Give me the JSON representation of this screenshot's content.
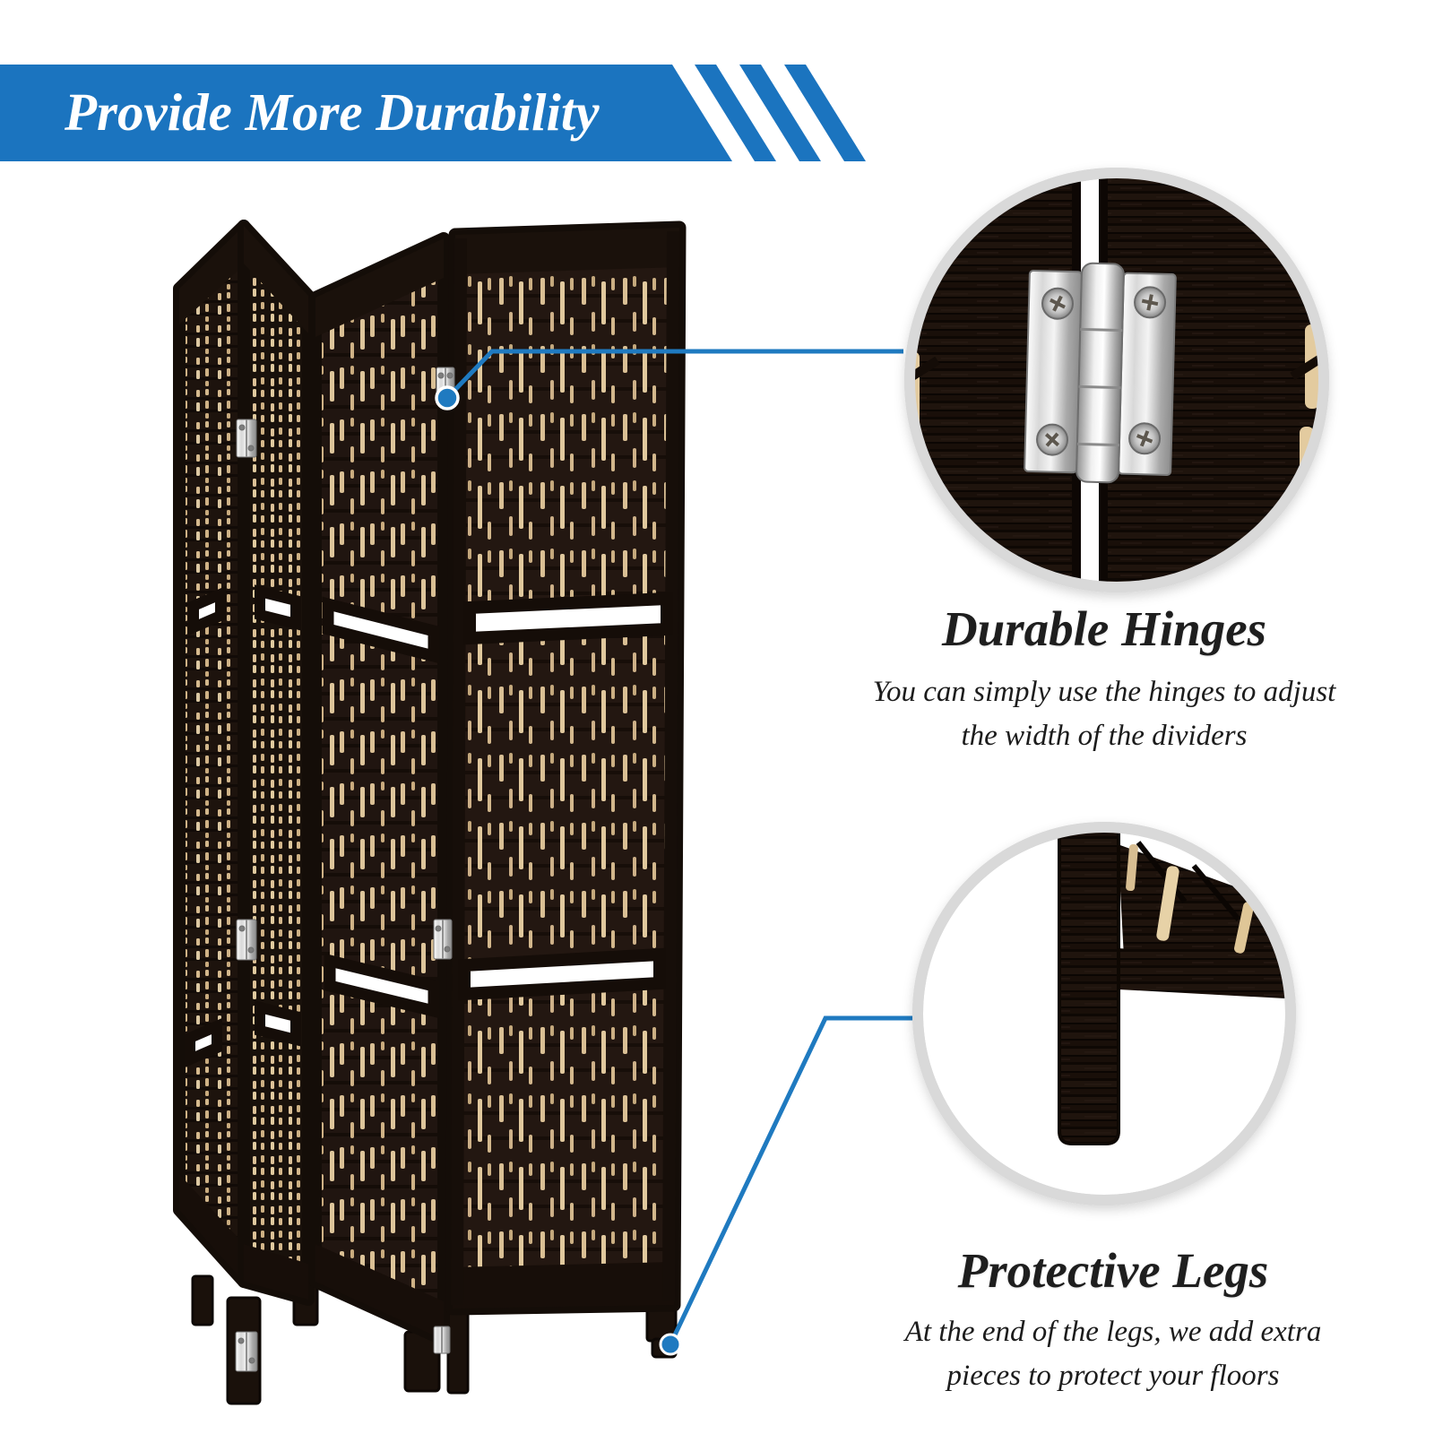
{
  "banner": {
    "title": "Provide More Durability"
  },
  "details": {
    "hinges": {
      "title": "Durable Hinges",
      "line1": "You can simply use the hinges to adjust",
      "line2": "the width of the dividers"
    },
    "legs": {
      "title": "Protective Legs",
      "line1": "At the end of the legs, we add extra",
      "line2": "pieces to protect your floors"
    }
  },
  "colors": {
    "banner_blue": "#1b74bf",
    "callout_blue": "#1f7ac0",
    "divider_dark_brown": "#1d130d",
    "weave_tan": "#d9bf94",
    "circle_ring_gray": "#d9d9d9",
    "text_color": "#1e1e1e"
  }
}
